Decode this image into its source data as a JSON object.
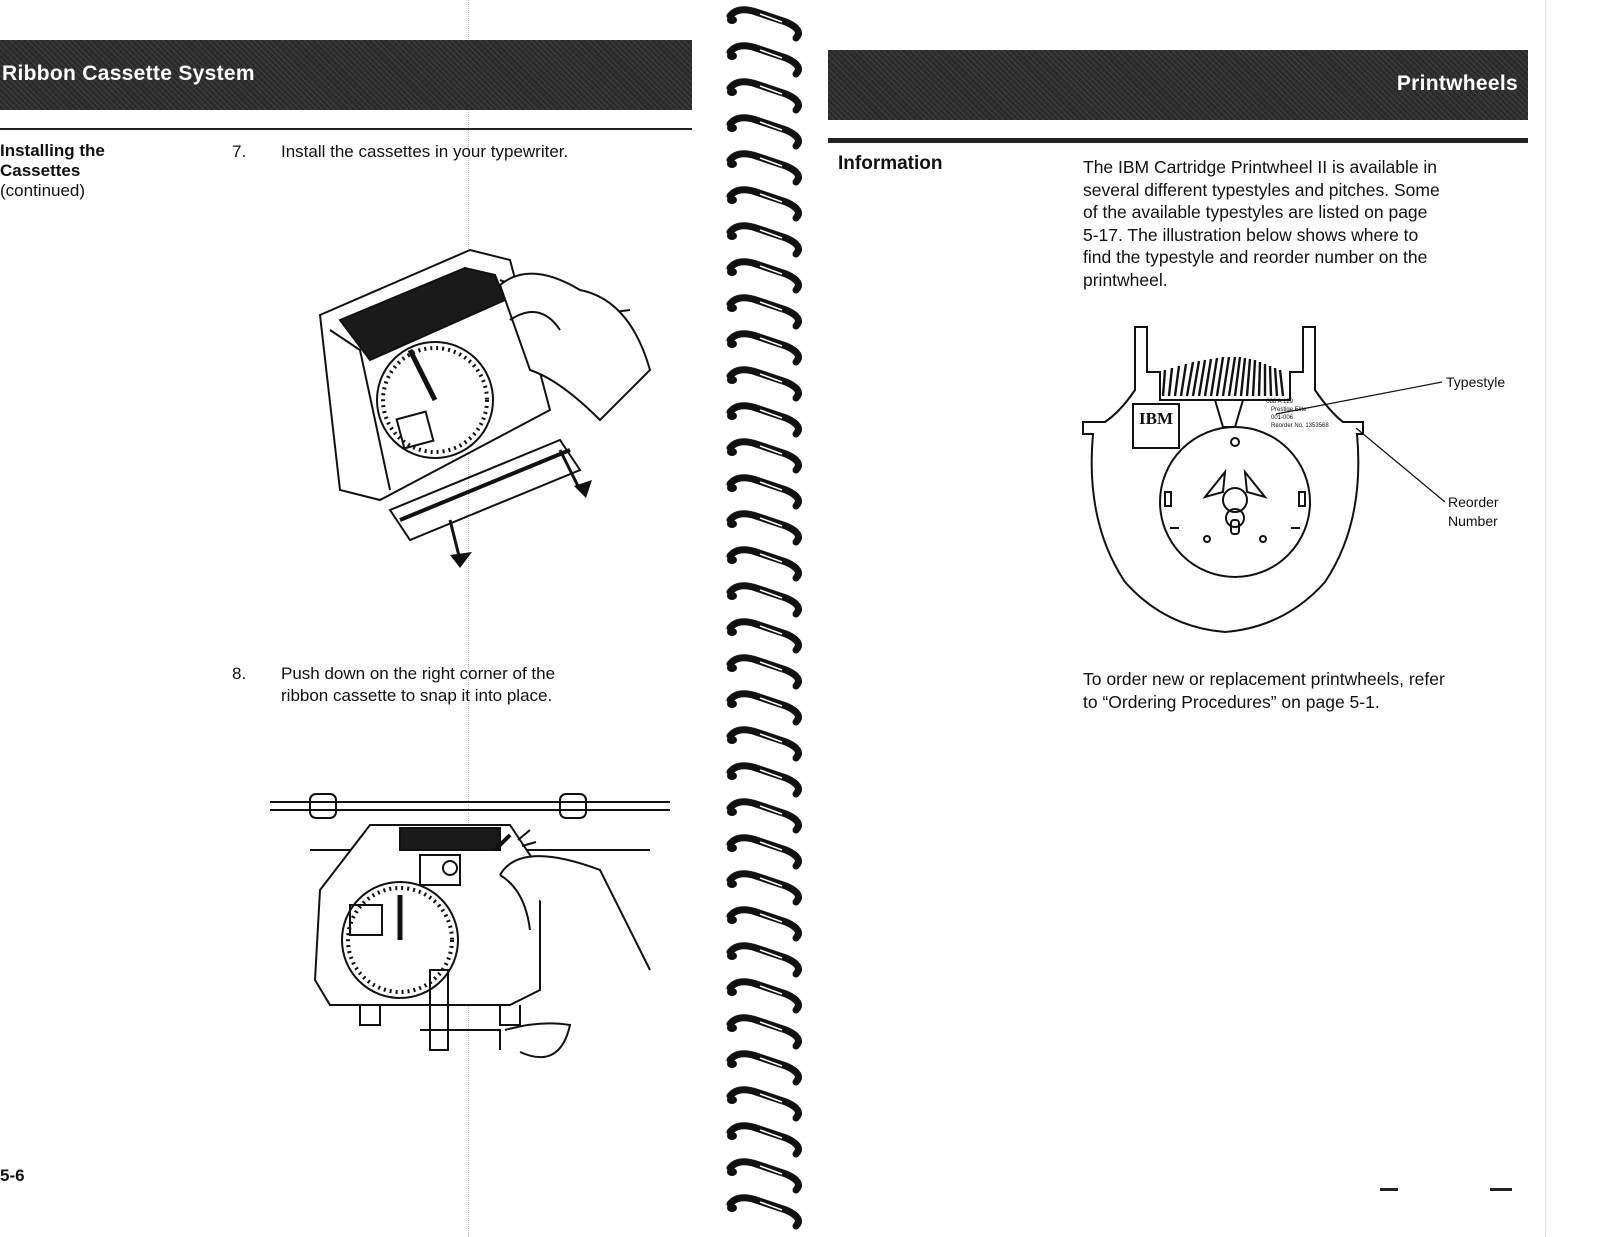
{
  "left_page": {
    "header": "Ribbon Cassette System",
    "side_label": {
      "line1": "Installing the",
      "line2": "Cassettes",
      "line3": "(continued)"
    },
    "steps": [
      {
        "number": "7.",
        "text": "Install the cassettes in your typewriter."
      },
      {
        "number": "8.",
        "text_line1": "Push down on the right corner of the",
        "text_line2": "ribbon cassette to snap it into place."
      }
    ],
    "page_number": "5-6"
  },
  "right_page": {
    "header": "Printwheels",
    "side_label": "Information",
    "paragraph_lines": [
      "The IBM Cartridge Printwheel II is available in",
      "several different typestyles and pitches. Some",
      "of the available typestyles are listed on page",
      "5-17. The illustration below shows where to",
      "find the typestyle and reorder number on the",
      "printwheel."
    ],
    "figure": {
      "logo": "IBM",
      "label_lines": [
        "088 A 129",
        "Prestige Elite",
        "001-006",
        "Reorder No. 1353568"
      ],
      "callouts": {
        "typestyle": "Typestyle",
        "reorder_line1": "Reorder",
        "reorder_line2": "Number"
      }
    },
    "closing_lines": [
      "To order new or replacement printwheels, refer",
      "to “Ordering Procedures” on page 5-1."
    ]
  }
}
